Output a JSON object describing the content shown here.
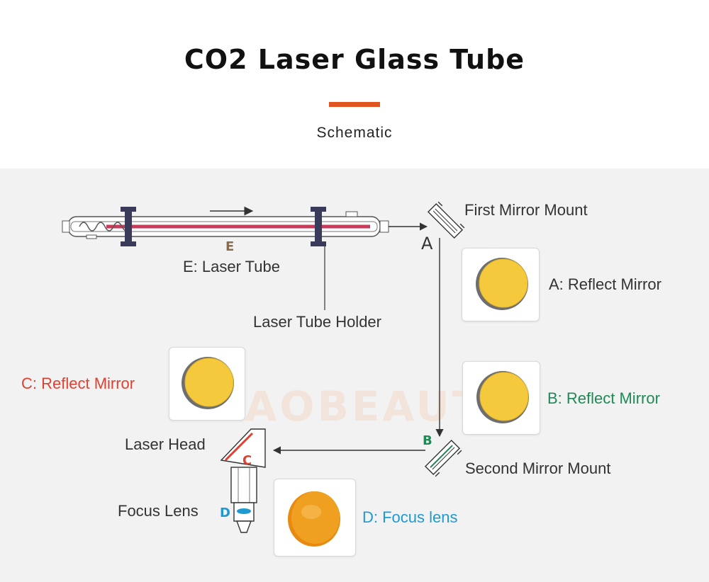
{
  "header": {
    "title": "CO2 Laser Glass Tube",
    "subtitle": "Schematic",
    "accent_color": "#e0541f"
  },
  "watermark": "HAOBEAUTY",
  "markers": {
    "tube": "E",
    "first_mirror": "A",
    "second_mirror": "B",
    "head_mirror": "C",
    "lens": "D"
  },
  "labels": {
    "first_mirror_mount": "First Mirror Mount",
    "a_reflect_mirror": "A: Reflect Mirror",
    "e_laser_tube": "E: Laser Tube",
    "laser_tube_holder": "Laser Tube Holder",
    "b_reflect_mirror": "B: Reflect Mirror",
    "c_reflect_mirror": "C: Reflect Mirror",
    "laser_head": "Laser Head",
    "second_mirror_mount": "Second Mirror Mount",
    "focus_lens": "Focus Lens",
    "d_focus_lens": "D: Focus lens"
  },
  "colors": {
    "panel_bg": "#f2f2f2",
    "mirror_gold": "#f5c93c",
    "lens_orange": "#f0a020",
    "tube_core": "#c83a5a",
    "label_red": "#e04030",
    "label_green": "#1f8a55",
    "label_blue": "#1f9ad0"
  }
}
